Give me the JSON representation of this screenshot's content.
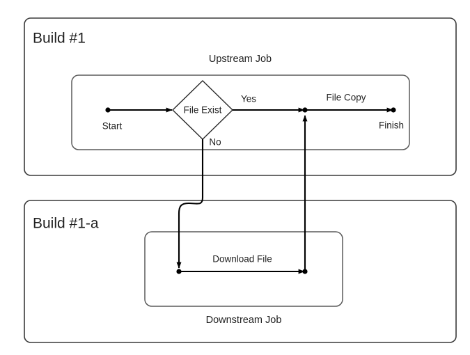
{
  "diagram": {
    "type": "flowchart",
    "background_color": "#ffffff",
    "line_color": "#000000",
    "text_color": "#1f1f1f",
    "lane_border_color": "#3a3a3a",
    "job_border_color": "#5a5a5a"
  },
  "lanes": [
    {
      "id": "build-1",
      "title": "Build #1",
      "job": {
        "id": "upstream-job",
        "title": "Upstream Job",
        "title_position": "above",
        "nodes": [
          {
            "id": "start",
            "label": "Start",
            "shape": "dot"
          },
          {
            "id": "file-exist",
            "label": "File Exist",
            "shape": "diamond"
          },
          {
            "id": "merge",
            "label": "",
            "shape": "dot"
          },
          {
            "id": "finish",
            "label": "Finish",
            "shape": "dot"
          }
        ],
        "edges": [
          {
            "from": "start",
            "to": "file-exist",
            "label": ""
          },
          {
            "from": "file-exist",
            "to": "merge",
            "label": "Yes"
          },
          {
            "from": "merge",
            "to": "finish",
            "label": "File Copy"
          },
          {
            "from": "file-exist",
            "to": "download-file-start",
            "label": "No"
          }
        ]
      }
    },
    {
      "id": "build-1-a",
      "title": "Build #1-a",
      "job": {
        "id": "downstream-job",
        "title": "Downstream Job",
        "title_position": "below",
        "nodes": [
          {
            "id": "download-file-start",
            "label": "",
            "shape": "dot"
          },
          {
            "id": "download-file-end",
            "label": "",
            "shape": "dot"
          }
        ],
        "edges": [
          {
            "from": "download-file-start",
            "to": "download-file-end",
            "label": "Download File"
          },
          {
            "from": "download-file-end",
            "to": "merge",
            "label": ""
          }
        ]
      }
    }
  ],
  "labels": {
    "build_1": "Build #1",
    "build_1_a": "Build #1-a",
    "upstream_job": "Upstream Job",
    "downstream_job": "Downstream Job",
    "start": "Start",
    "finish": "Finish",
    "file_exist": "File Exist",
    "yes": "Yes",
    "no": "No",
    "file_copy": "File Copy",
    "download_file": "Download File"
  }
}
